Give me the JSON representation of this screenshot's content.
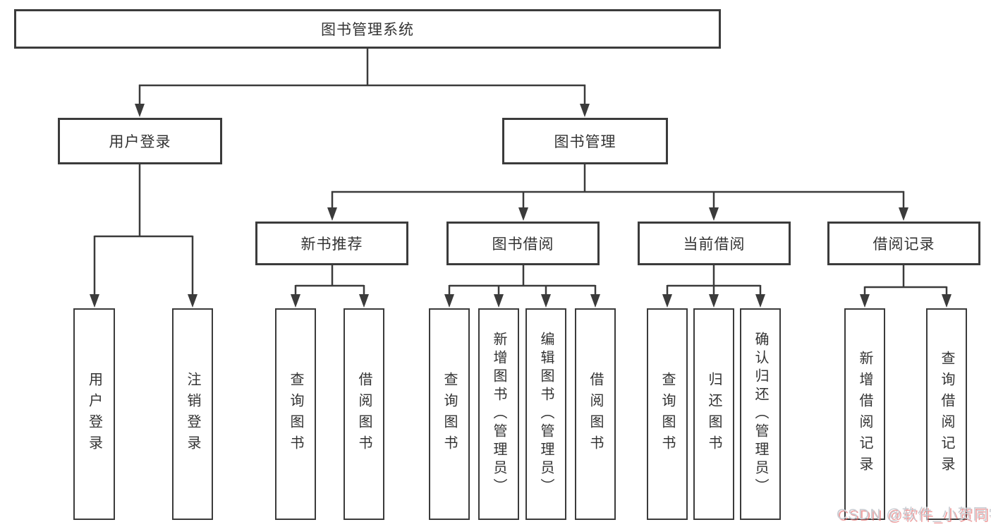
{
  "diagram": {
    "nodes": {
      "root": {
        "label": "图书管理系统"
      },
      "user_login": {
        "label": "用户登录"
      },
      "book_management": {
        "label": "图书管理"
      },
      "new_book_recommend": {
        "label": "新书推荐"
      },
      "book_borrow": {
        "label": "图书借阅"
      },
      "current_borrow": {
        "label": "当前借阅"
      },
      "borrow_record": {
        "label": "借阅记录"
      }
    },
    "leaves": [
      {
        "label": "用户登录"
      },
      {
        "label": "注销登录"
      },
      {
        "label": "查询图书"
      },
      {
        "label": "借阅图书"
      },
      {
        "label": "查询图书"
      },
      {
        "label": "新增图书（管理员）"
      },
      {
        "label": "编辑图书（管理员）"
      },
      {
        "label": "借阅图书"
      },
      {
        "label": "查询图书"
      },
      {
        "label": "归还图书"
      },
      {
        "label": "确认归还（管理员）"
      },
      {
        "label": "新增借阅记录"
      },
      {
        "label": "查询借阅记录"
      }
    ],
    "watermark": "CSDN @软件_小贺同学",
    "colors": {
      "line": "#3b3b3b",
      "text": "#333333",
      "background": "#ffffff",
      "watermark": "#c9ccd2",
      "watermark_shadow": "#e76a6a"
    }
  }
}
